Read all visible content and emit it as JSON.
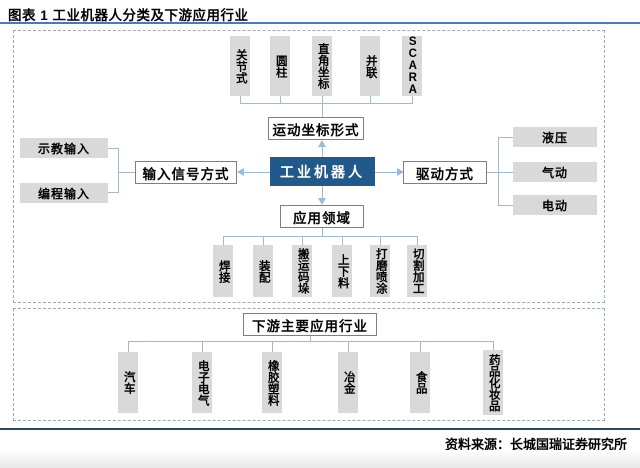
{
  "figure": {
    "title": "图表 1 工业机器人分类及下游应用行业",
    "source": "资料来源：长城国瑞证券研究所"
  },
  "diagram": {
    "root": "工业机器人",
    "branches": {
      "motion_form": {
        "label": "运动坐标形式",
        "children": [
          "关节式",
          "圆柱",
          "直角坐标",
          "并联",
          "SCARA"
        ]
      },
      "input_signal": {
        "label": "输入信号方式",
        "children": [
          "示教输入",
          "编程输入"
        ]
      },
      "drive_mode": {
        "label": "驱动方式",
        "children": [
          "液压",
          "气动",
          "电动"
        ]
      },
      "application": {
        "label": "应用领域",
        "children": [
          "焊接",
          "装配",
          "搬运码垛",
          "上下料",
          "打磨喷涂",
          "切割加工"
        ]
      },
      "downstream": {
        "label": "下游主要应用行业",
        "children": [
          "汽车",
          "电子电气",
          "橡胶塑料",
          "冶金",
          "食品",
          "药品化妆品"
        ]
      }
    }
  },
  "colors": {
    "root_box": "#215a8a",
    "node_gray": "#d9d9d9",
    "connector": "#9dbad4",
    "title_rule": "#4d7aa8",
    "footer_rule": "#2b4a66",
    "dashed_border": "#93afc7"
  }
}
